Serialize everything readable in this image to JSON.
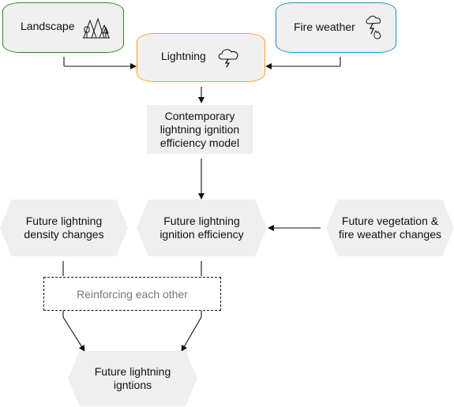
{
  "nodes": {
    "landscape": "Landscape",
    "fire_weather": "Fire weather",
    "lightning": "Lightning",
    "model": "Contemporary lightning ignition efficiency model",
    "density": "Future lightning density changes",
    "efficiency": "Future lightning ignition efficiency",
    "vegetation": "Future vegetation & fire weather changes",
    "reinforcing": "Reinforcing each other",
    "ignitions": "Future lightning igntions"
  },
  "icons": {
    "landscape": "trees-mountain-icon",
    "lightning": "storm-cloud-icon",
    "fire_weather": "lightning-fire-icon"
  },
  "colors": {
    "landscape_border": "#2f8a1f",
    "lightning_border": "#f5a623",
    "fire_weather_border": "#1f8fc7",
    "node_fill": "#efefef"
  }
}
